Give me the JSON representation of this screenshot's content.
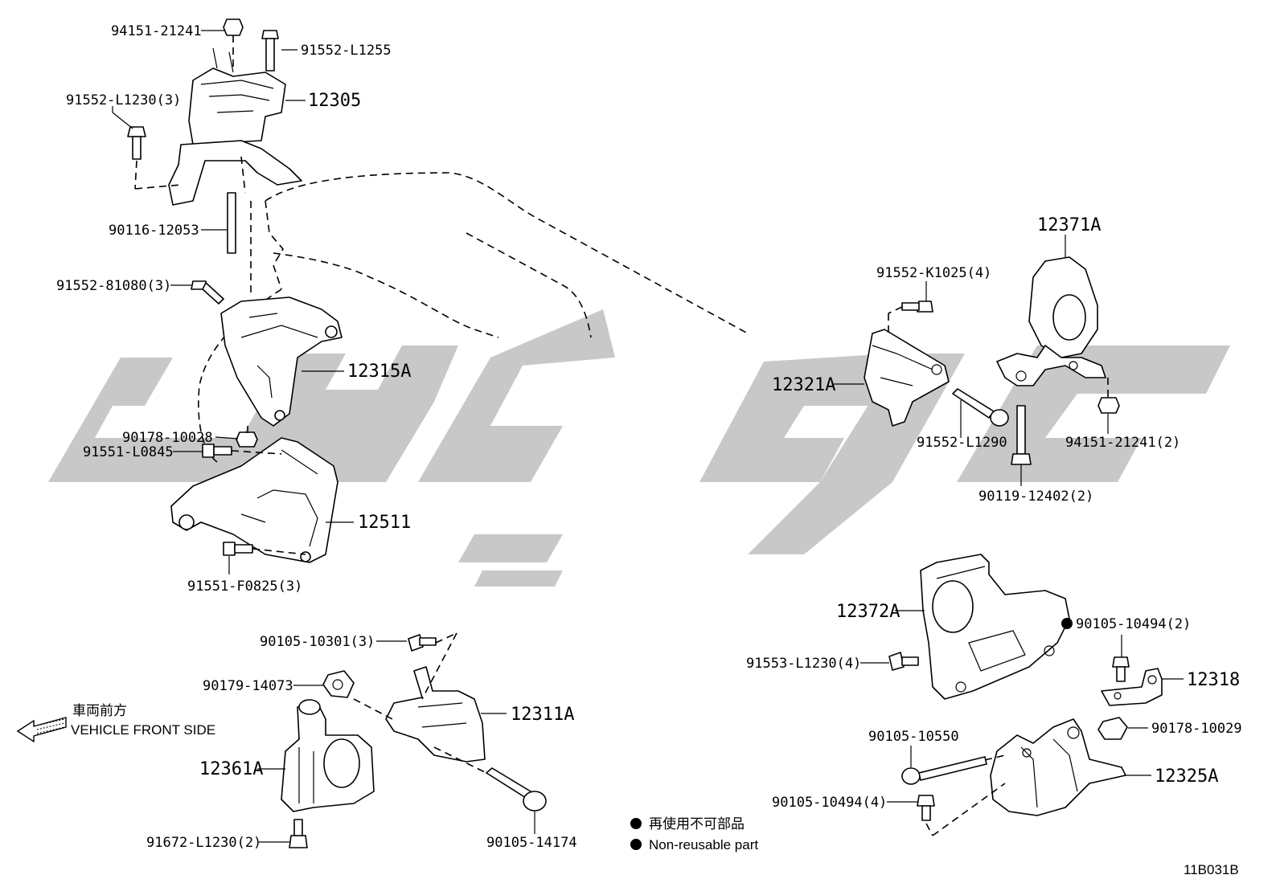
{
  "diagram_id": "11B031B",
  "front_side": {
    "jp": "車両前方",
    "en": "VEHICLE FRONT SIDE"
  },
  "legend": {
    "jp": "再使用不可部品",
    "en": "Non-reusable part"
  },
  "labels": {
    "p94151_21241_top": "94151-21241",
    "p91552_L1255": "91552-L1255",
    "p12305": "12305",
    "p91552_L1230_3": "91552-L1230(3)",
    "p90116_12053": "90116-12053",
    "p91552_81080_3": "91552-81080(3)",
    "p12315A": "12315A",
    "p90178_10028": "90178-10028",
    "p91551_L0845": "91551-L0845",
    "p12511": "12511",
    "p91551_F0825_3": "91551-F0825(3)",
    "p90105_10301_3": "90105-10301(3)",
    "p90179_14073": "90179-14073",
    "p12311A": "12311A",
    "p12361A": "12361A",
    "p91672_L1230_2": "91672-L1230(2)",
    "p90105_14174": "90105-14174",
    "p12371A": "12371A",
    "p91552_K1025_4": "91552-K1025(4)",
    "p12321A": "12321A",
    "p91552_L1290": "91552-L1290",
    "p94151_21241_2": "94151-21241(2)",
    "p90119_12402_2": "90119-12402(2)",
    "p12372A": "12372A",
    "p90105_10494_2": "90105-10494(2)",
    "p91553_L1230_4": "91553-L1230(4)",
    "p12318": "12318",
    "p90105_10550": "90105-10550",
    "p90178_10029": "90178-10029",
    "p12325A": "12325A",
    "p90105_10494_4": "90105-10494(4)"
  }
}
